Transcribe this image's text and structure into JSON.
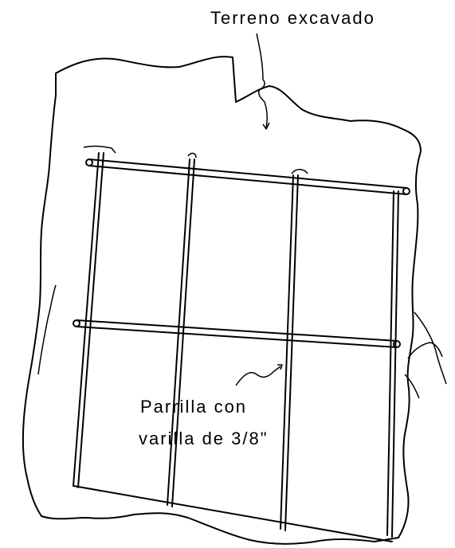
{
  "labels": {
    "terrain": "Terreno excavado",
    "grid_line1": "Parrilla con",
    "grid_line2": "varilla de 3/8\""
  }
}
